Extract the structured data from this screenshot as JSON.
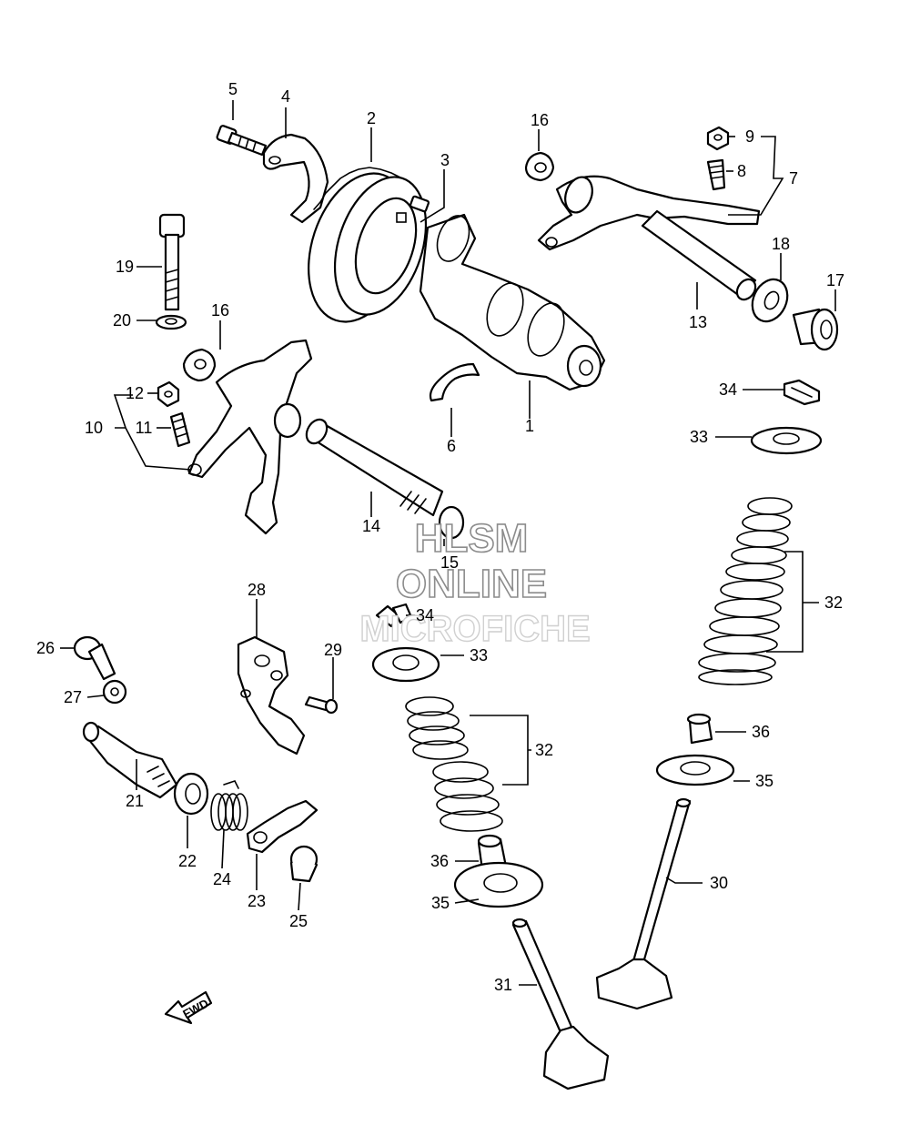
{
  "watermark": {
    "line1": "HLSM",
    "line2": "ONLINE",
    "line3": "MICROFICHE"
  },
  "direction_marker": {
    "label": "FWD",
    "icon": "arrow-fwd-icon"
  },
  "callouts": {
    "c1": "1",
    "c2": "2",
    "c3": "3",
    "c4": "4",
    "c5": "5",
    "c6": "6",
    "c7": "7",
    "c8": "8",
    "c9": "9",
    "c10": "10",
    "c11": "11",
    "c12": "12",
    "c13": "13",
    "c14": "14",
    "c15": "15",
    "c16a": "16",
    "c16b": "16",
    "c17": "17",
    "c18": "18",
    "c19": "19",
    "c20": "20",
    "c21": "21",
    "c22": "22",
    "c23": "23",
    "c24": "24",
    "c25": "25",
    "c26": "26",
    "c27": "27",
    "c28": "28",
    "c29": "29",
    "c30": "30",
    "c31": "31",
    "c32a": "32",
    "c32b": "32",
    "c33a": "33",
    "c33b": "33",
    "c34a": "34",
    "c34b": "34",
    "c35a": "35",
    "c35b": "35",
    "c36a": "36",
    "c36b": "36"
  }
}
